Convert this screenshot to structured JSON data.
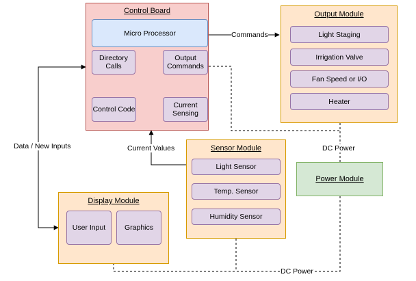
{
  "control_board": {
    "title": "Control Board",
    "micro_processor": "Micro Processor",
    "directory_calls": "Directory Calls",
    "output_commands": "Output Commands",
    "control_code": "Control Code",
    "current_sensing": "Current Sensing"
  },
  "output_module": {
    "title": "Output Module",
    "items": [
      "Light Staging",
      "Irrigation Valve",
      "Fan Speed or I/O",
      "Heater"
    ]
  },
  "sensor_module": {
    "title": "Sensor Module",
    "items": [
      "Light Sensor",
      "Temp. Sensor",
      "Humidity Sensor"
    ]
  },
  "display_module": {
    "title": "Display Module",
    "user_input": "User Input",
    "graphics": "Graphics"
  },
  "power_module": {
    "title": "Power Module"
  },
  "labels": {
    "commands": "Commands",
    "data_new_inputs": "Data / New Inputs",
    "current_values": "Current Values",
    "dc_power_right": "DC Power",
    "dc_power_bottom": "DC Power"
  },
  "colors": {
    "control_board_fill": "#f8cecc",
    "module_fill": "#ffe6cc",
    "power_fill": "#d5e8d4",
    "component_fill": "#e1d5e7",
    "processor_fill": "#dae8fc"
  }
}
